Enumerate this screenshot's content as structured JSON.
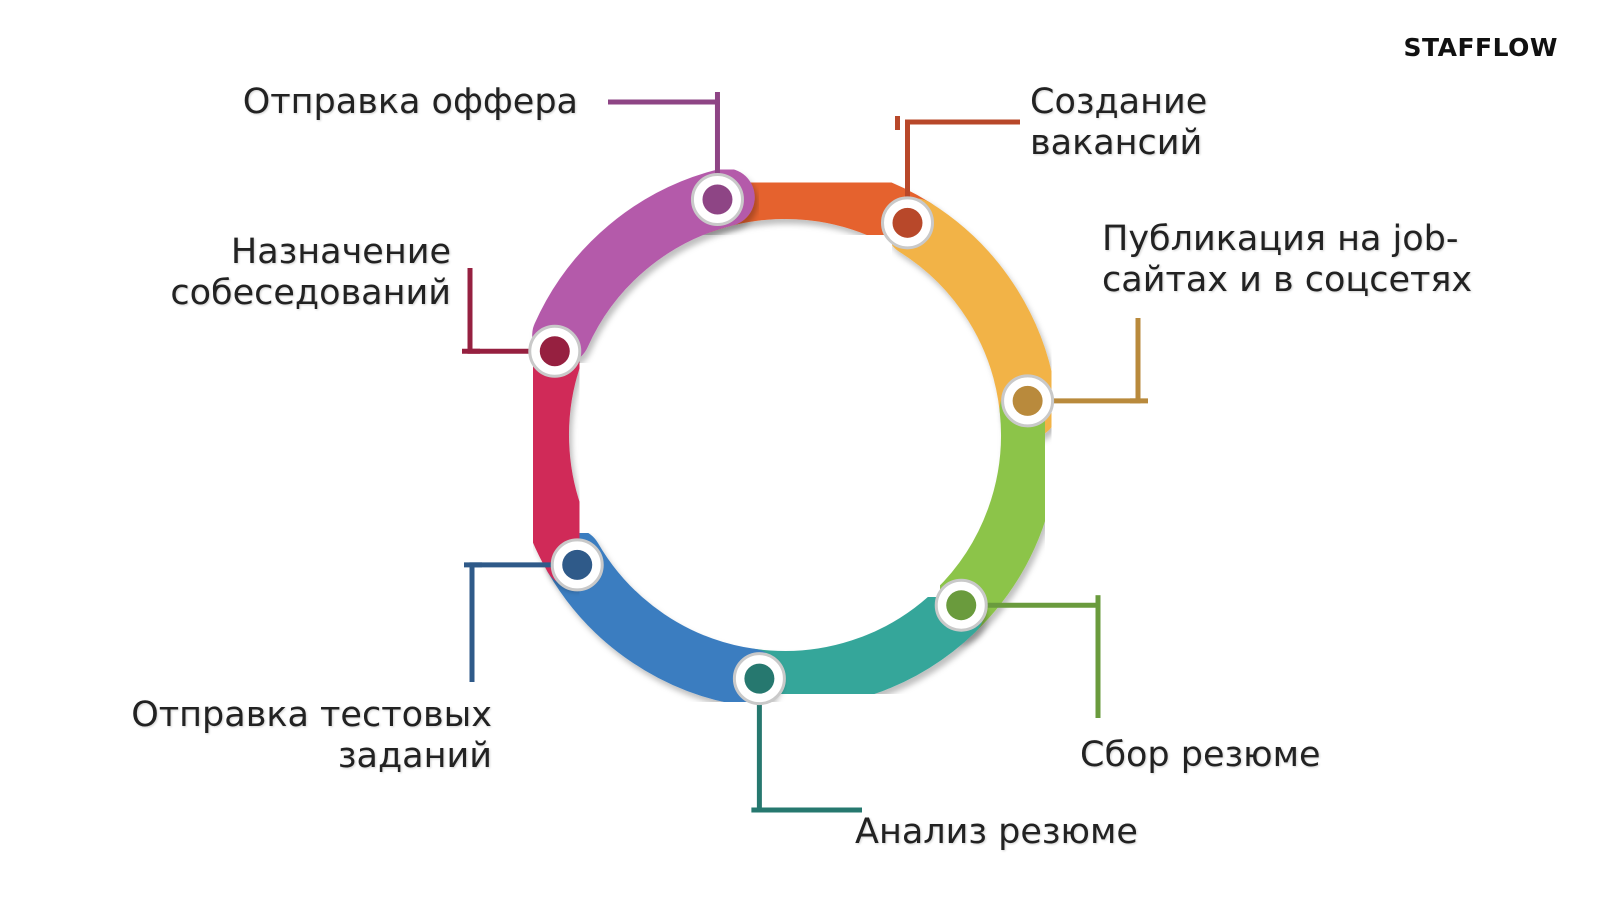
{
  "brand": "STAFFLOW",
  "steps": [
    {
      "lines": [
        "Создание",
        "вакансий"
      ],
      "color": "#E5622F",
      "marker": "#B8482A"
    },
    {
      "lines": [
        "Публикация на job-",
        "сайтах и в соцсетях"
      ],
      "color": "#F2B347",
      "marker": "#B98A3C"
    },
    {
      "lines": [
        "Сбор резюме"
      ],
      "color": "#8CC44A",
      "marker": "#6A9B3D"
    },
    {
      "lines": [
        "Анализ резюме"
      ],
      "color": "#34A69A",
      "marker": "#26786F"
    },
    {
      "lines": [
        "Отправка тестовых",
        "заданий"
      ],
      "color": "#3A7DC0",
      "marker": "#2F5A89"
    },
    {
      "lines": [
        "Назначение",
        "собеседований"
      ],
      "color": "#D02A58",
      "marker": "#962040"
    },
    {
      "lines": [
        "Отправка оффера"
      ],
      "color": "#B45AAA",
      "marker": "#8E4585"
    }
  ]
}
